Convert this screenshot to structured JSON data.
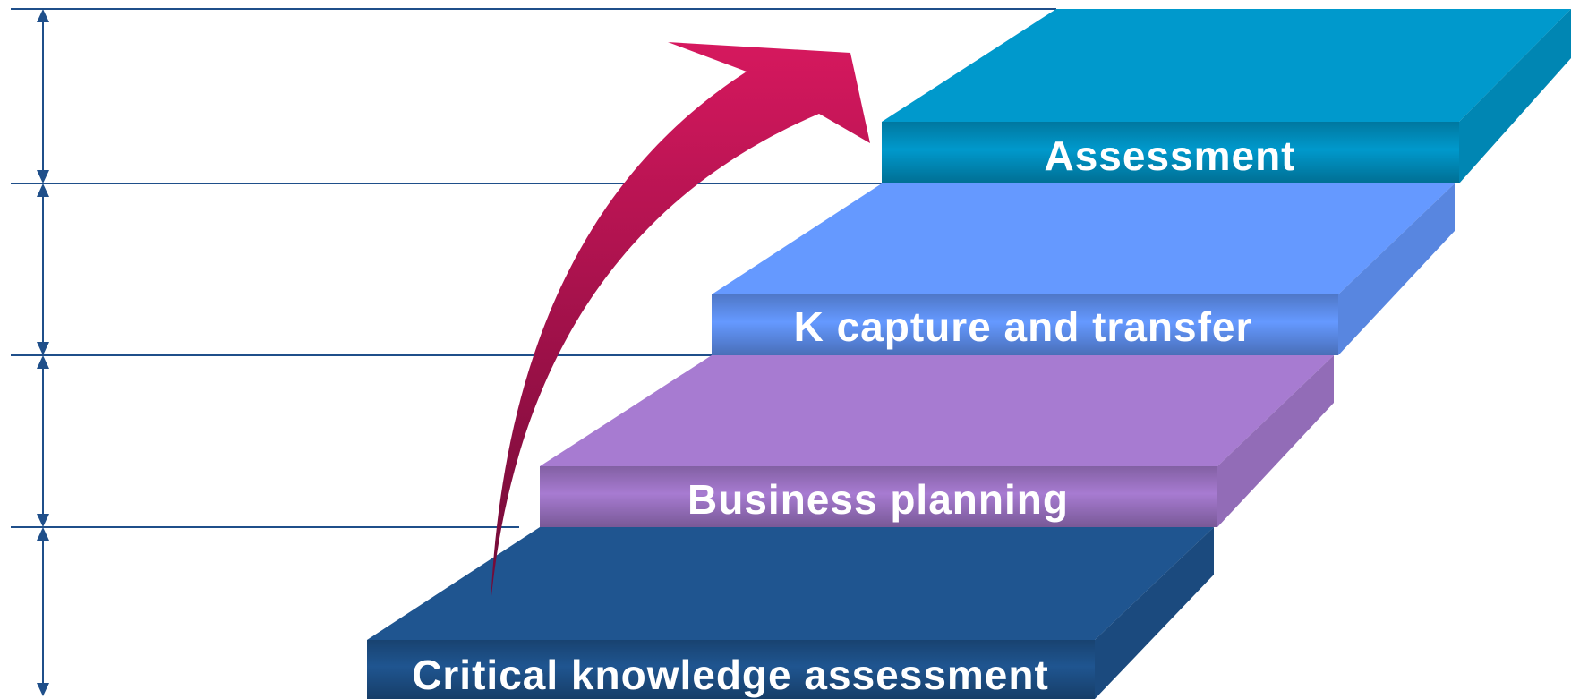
{
  "steps": [
    {
      "label": "Critical knowledge assessment",
      "color": "#1f5590"
    },
    {
      "label": "Business planning",
      "color": "#a77bd1"
    },
    {
      "label": "K capture and transfer",
      "color": "#6599ff"
    },
    {
      "label": "Assessment",
      "color": "#0099cc"
    }
  ],
  "arrow": {
    "color_top": "#d6185e",
    "color_bottom": "#6e0a36"
  },
  "axis": {
    "color": "#1f4f8a"
  }
}
